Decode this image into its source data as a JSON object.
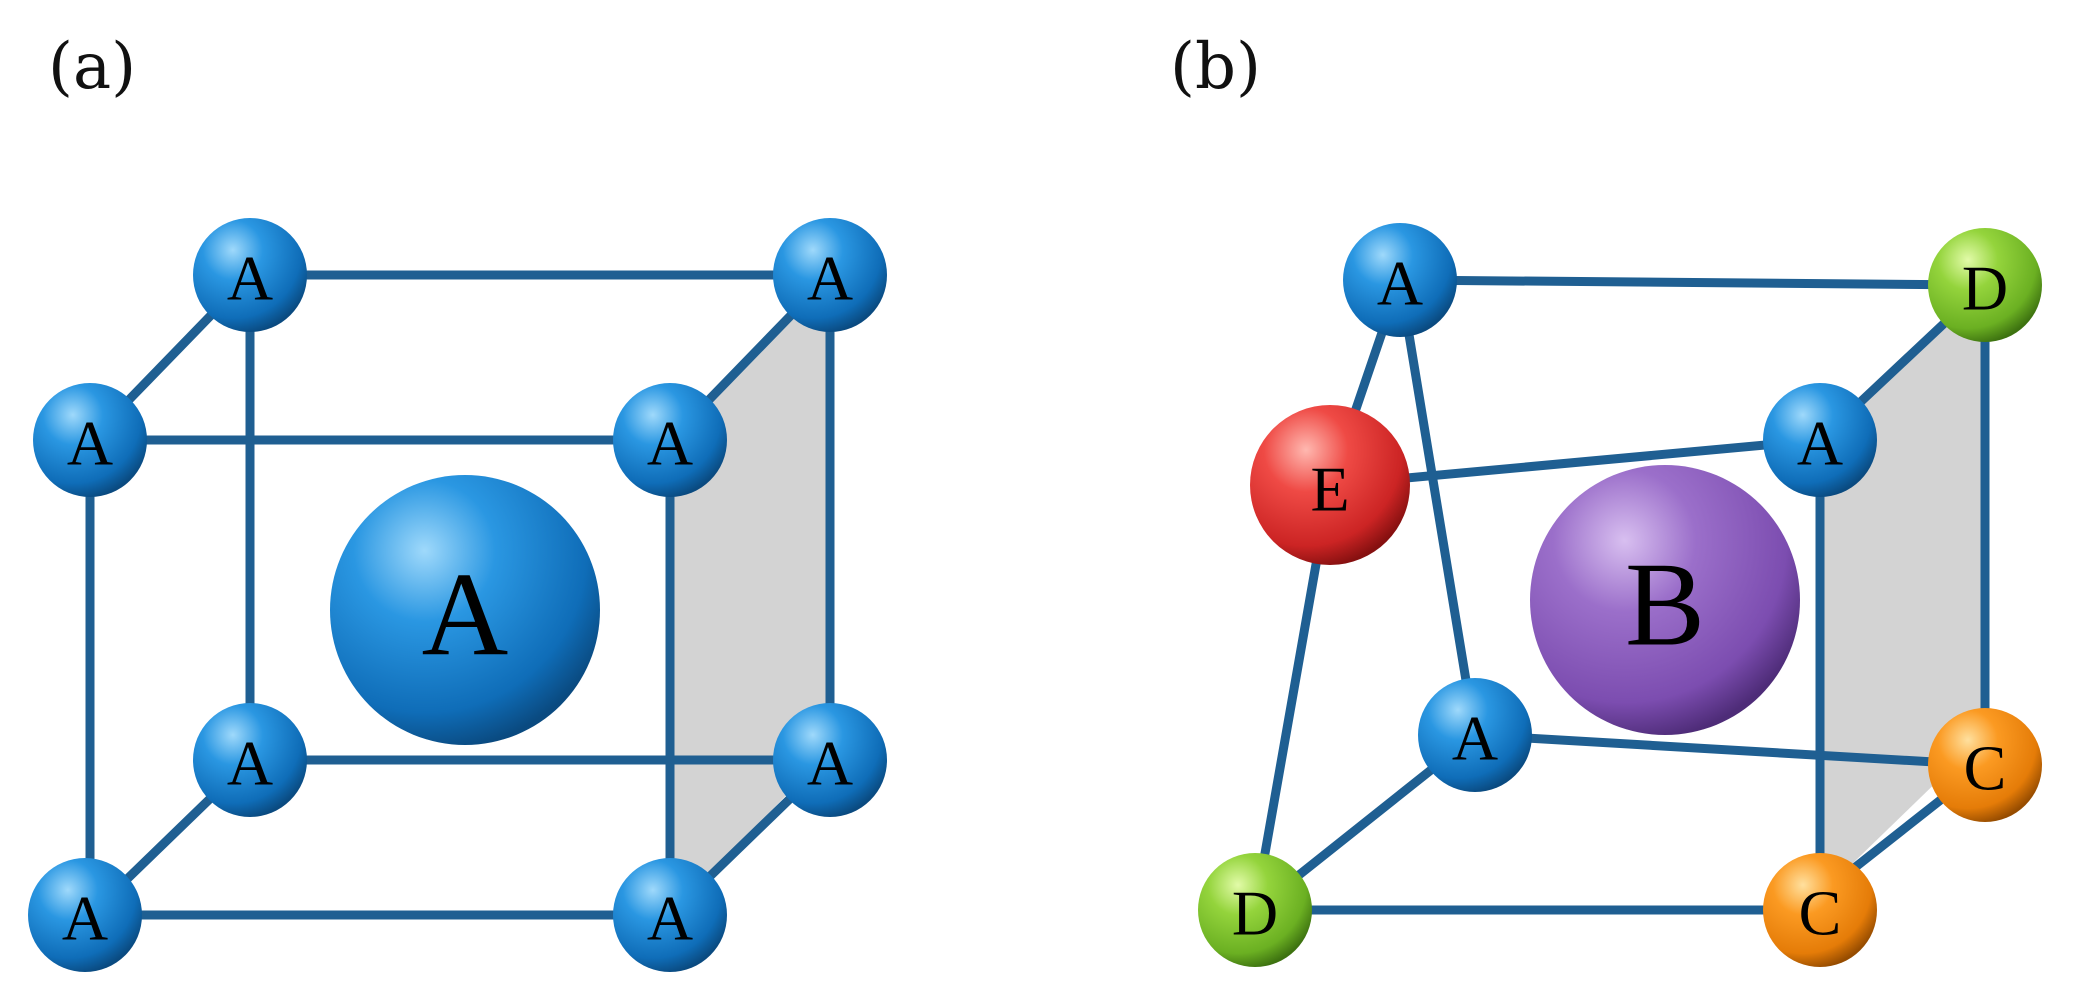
{
  "panels": [
    {
      "label": "(a)",
      "shaded_face": true,
      "atoms": [
        {
          "id": "a_tbl",
          "label": "A",
          "color": "blue"
        },
        {
          "id": "a_tbr",
          "label": "A",
          "color": "blue"
        },
        {
          "id": "a_tfl",
          "label": "A",
          "color": "blue"
        },
        {
          "id": "a_tfr",
          "label": "A",
          "color": "blue"
        },
        {
          "id": "a_bbl",
          "label": "A",
          "color": "blue"
        },
        {
          "id": "a_bbr",
          "label": "A",
          "color": "blue"
        },
        {
          "id": "a_bfl",
          "label": "A",
          "color": "blue"
        },
        {
          "id": "a_bfr",
          "label": "A",
          "color": "blue"
        },
        {
          "id": "a_center",
          "label": "A",
          "color": "blue"
        }
      ]
    },
    {
      "label": "(b)",
      "shaded_face": true,
      "atoms": [
        {
          "id": "b_tbl",
          "label": "A",
          "color": "blue"
        },
        {
          "id": "b_tbr",
          "label": "D",
          "color": "green"
        },
        {
          "id": "b_tfl",
          "label": "E",
          "color": "red"
        },
        {
          "id": "b_tfr",
          "label": "A",
          "color": "blue"
        },
        {
          "id": "b_bbl",
          "label": "A",
          "color": "blue"
        },
        {
          "id": "b_bbr",
          "label": "C",
          "color": "orange"
        },
        {
          "id": "b_bfl",
          "label": "D",
          "color": "green"
        },
        {
          "id": "b_bfr",
          "label": "C",
          "color": "orange"
        },
        {
          "id": "b_center",
          "label": "B",
          "color": "purple"
        }
      ]
    }
  ],
  "colors": {
    "blue": {
      "light": "#6fc3f5",
      "mid": "#1a86d6",
      "dark": "#0b4f8a"
    },
    "green": {
      "light": "#c8f07a",
      "mid": "#7cc42a",
      "dark": "#3f7a10"
    },
    "red": {
      "light": "#ff9a8f",
      "mid": "#e23434",
      "dark": "#8e1010"
    },
    "orange": {
      "light": "#ffd07a",
      "mid": "#f08a10",
      "dark": "#9a4e00"
    },
    "purple": {
      "light": "#c9a4e8",
      "mid": "#8e5fbe",
      "dark": "#563280"
    },
    "bond": "#1f5f92",
    "face": "#d3d3d3"
  }
}
